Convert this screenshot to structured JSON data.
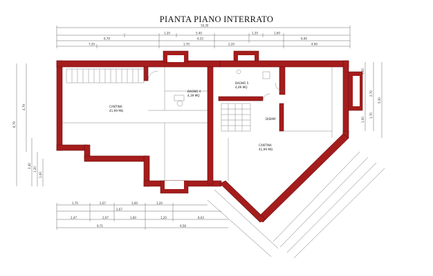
{
  "title": "PIANTA PIANO INTERRATO",
  "rooms": [
    {
      "name": "CANTINA",
      "area": "41,99 MQ"
    },
    {
      "name": "BAGNO 4",
      "area": "4,39 MQ"
    },
    {
      "name": "BAGNO 5",
      "area": "4,99 MQ"
    },
    {
      "name": "CANTINA",
      "area": "41,99 MQ"
    },
    {
      "name": "DISIMP.",
      "area": ""
    }
  ],
  "dims_top": [
    "19,30",
    "6,79",
    "4,33",
    "6,90",
    "7,20",
    "1,70",
    "2,20",
    "4,90",
    "1,20",
    "5,40",
    "1,20",
    "1,60"
  ],
  "dims_bottom": [
    "1,70",
    "2,07",
    "3,00",
    "1,20",
    "2,67",
    "2,47",
    "2,07",
    "1,60",
    "1,20",
    "8,03",
    "9,71",
    "9,58"
  ],
  "dims_left": [
    "8,79",
    "4,79",
    "2,40",
    "1,20",
    "1,00"
  ],
  "dims_right": [
    "1,00",
    "2,70",
    "5,30",
    "1,70",
    "1,00"
  ],
  "colors": {
    "wall": "#a51c1c",
    "dimension": "#555555",
    "background": "#ffffff"
  }
}
